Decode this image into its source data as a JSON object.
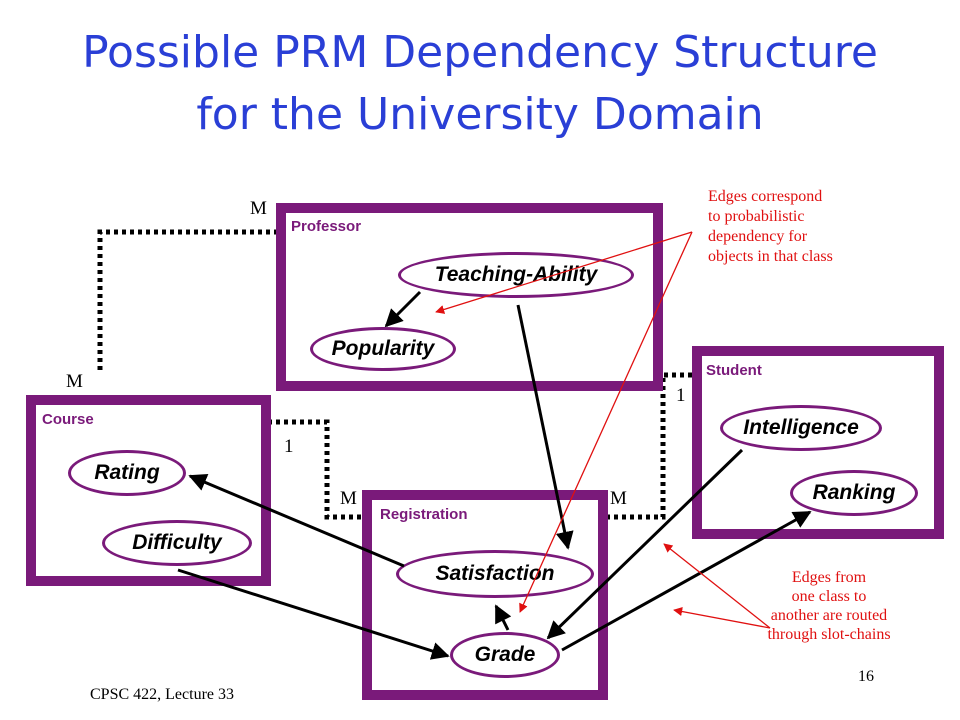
{
  "slide": {
    "title_line1": "Possible PRM Dependency Structure",
    "title_line2": "for the University Domain",
    "footer": "CPSC 422, Lecture 33",
    "page_number": "16"
  },
  "classes": {
    "professor": {
      "label": "Professor",
      "attributes": [
        "Teaching-Ability",
        "Popularity"
      ]
    },
    "student": {
      "label": "Student",
      "attributes": [
        "Intelligence",
        "Ranking"
      ]
    },
    "course": {
      "label": "Course",
      "attributes": [
        "Rating",
        "Difficulty"
      ]
    },
    "registration": {
      "label": "Registration",
      "attributes": [
        "Satisfaction",
        "Grade"
      ]
    }
  },
  "multiplicities": {
    "prof_course_prof_end": "M",
    "prof_course_course_end": "M",
    "course_reg_course_end": "1",
    "course_reg_reg_end": "M",
    "student_reg_student_end": "1",
    "student_reg_reg_end": "M"
  },
  "annotations": {
    "class_edges": [
      "Edges correspond",
      "to probabilistic",
      "dependency for",
      "objects in that class"
    ],
    "slot_chains": [
      "Edges from",
      "one class to",
      "another are routed",
      "through slot-chains"
    ]
  },
  "colors": {
    "title": "#2a3fd6",
    "class_border": "#7a1a7a",
    "annotation": "#e01010",
    "edge": "#000000"
  }
}
